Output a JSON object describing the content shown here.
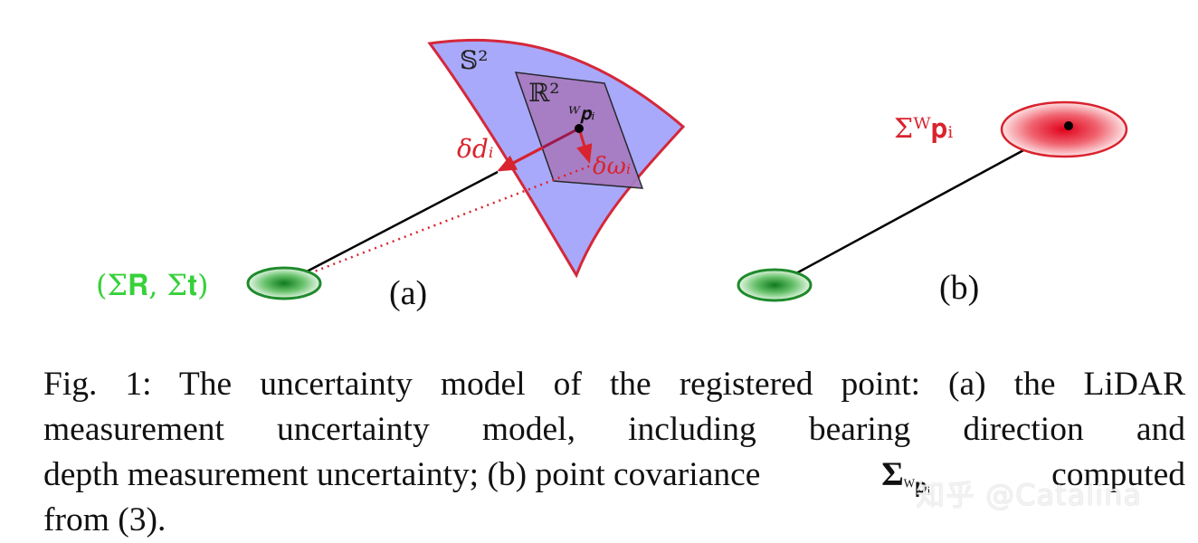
{
  "figure": {
    "panel_a": {
      "sphere_label": "𝕊²",
      "plane_label": "ℝ²",
      "point_label": "ᵂ𝐩ᵢ",
      "depth_label": "δdᵢ",
      "bearing_label": "δωᵢ",
      "pose_label": "(Σ𝐑, Σ𝐭)",
      "panel_tag": "(a)"
    },
    "panel_b": {
      "covariance_label": "Σᵂ𝐩ᵢ",
      "panel_tag": "(b)"
    },
    "colors": {
      "sphere_fill": "#a9a9fb",
      "sphere_stroke": "#d4283a",
      "plane_fill": "#a77bc2",
      "red": "#d9232e",
      "dark_red": "#9c1a4a",
      "green": "#1f8a2c",
      "label_green": "#36d13a"
    }
  },
  "caption": {
    "line1": "Fig. 1: The uncertainty model of the registered point: (a) the LiDAR",
    "line2": "measurement uncertainty model, including bearing direction and",
    "line3_a": "depth measurement uncertainty; (b) point covariance ",
    "line3_sym": "Σ",
    "line3_sub": "ᵂ𝐩ᵢ",
    "line3_b": " computed",
    "line4": "from (3)."
  },
  "watermark": "知乎 @Catalina"
}
